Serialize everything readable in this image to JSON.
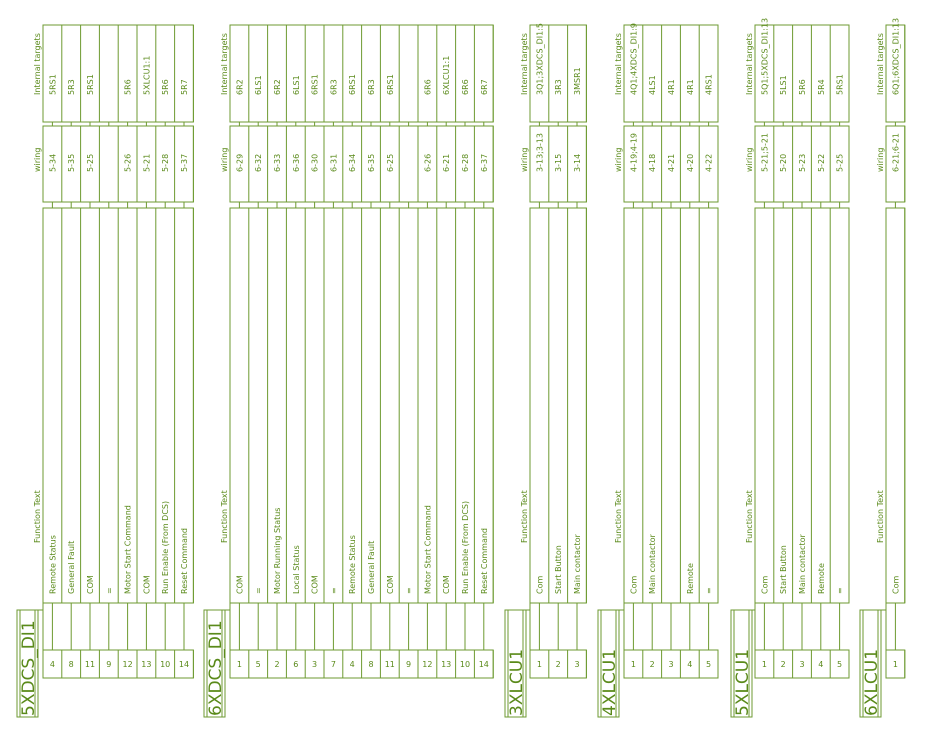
{
  "headers": {
    "internal_targets": "Internal targets",
    "wiring": "wiring",
    "function_text": "Function Text"
  },
  "colors": {
    "line": "#6d9a30",
    "text": "#5a8a1a",
    "background": "#ffffff"
  },
  "strips": [
    {
      "name": "5XDCS_DI1",
      "columns": [
        {
          "terminal": "4",
          "function": "Remote Status",
          "wiring": "5-34",
          "target": "5RS1"
        },
        {
          "terminal": "8",
          "function": "General Fault",
          "wiring": "5-35",
          "target": "5R3"
        },
        {
          "terminal": "11",
          "function": "COM",
          "wiring": "5-25",
          "target": "5RS1"
        },
        {
          "terminal": "9",
          "function": "=",
          "wiring": "",
          "target": ""
        },
        {
          "terminal": "12",
          "function": "Motor Start Command",
          "wiring": "5-26",
          "target": "5R6"
        },
        {
          "terminal": "13",
          "function": "COM",
          "wiring": "5-21",
          "target": "5XLCU1:1"
        },
        {
          "terminal": "10",
          "function": "Run Enable (From DCS)",
          "wiring": "5-28",
          "target": "5R6"
        },
        {
          "terminal": "14",
          "function": "Reset Command",
          "wiring": "5-37",
          "target": "5R7"
        }
      ]
    },
    {
      "name": "6XDCS_DI1",
      "columns": [
        {
          "terminal": "1",
          "function": "COM",
          "wiring": "6-29",
          "target": "6R2"
        },
        {
          "terminal": "5",
          "function": "=",
          "wiring": "6-32",
          "target": "6LS1"
        },
        {
          "terminal": "2",
          "function": "Motor Running Status",
          "wiring": "6-33",
          "target": "6R2"
        },
        {
          "terminal": "6",
          "function": "Local Status",
          "wiring": "6-36",
          "target": "6LS1"
        },
        {
          "terminal": "3",
          "function": "COM",
          "wiring": "6-30",
          "target": "6RS1"
        },
        {
          "terminal": "7",
          "function": "=",
          "wiring": "6-31",
          "target": "6R3"
        },
        {
          "terminal": "4",
          "function": "Remote Status",
          "wiring": "6-34",
          "target": "6RS1"
        },
        {
          "terminal": "8",
          "function": "General Fault",
          "wiring": "6-35",
          "target": "6R3"
        },
        {
          "terminal": "11",
          "function": "COM",
          "wiring": "6-25",
          "target": "6RS1"
        },
        {
          "terminal": "9",
          "function": "=",
          "wiring": "",
          "target": ""
        },
        {
          "terminal": "12",
          "function": "Motor Start Command",
          "wiring": "6-26",
          "target": "6R6"
        },
        {
          "terminal": "13",
          "function": "COM",
          "wiring": "6-21",
          "target": "6XLCU1:1"
        },
        {
          "terminal": "10",
          "function": "Run Enable (From DCS)",
          "wiring": "6-28",
          "target": "6R6"
        },
        {
          "terminal": "14",
          "function": "Reset Command",
          "wiring": "6-37",
          "target": "6R7"
        }
      ]
    },
    {
      "name": "3XLCU1",
      "columns": [
        {
          "terminal": "1",
          "function": "Com",
          "wiring": "3-13;3-13",
          "target": "3Q1;3XDCS_DI1:5"
        },
        {
          "terminal": "2",
          "function": "Start Button",
          "wiring": "3-15",
          "target": "3R3"
        },
        {
          "terminal": "3",
          "function": "Main contactor",
          "wiring": "3-14",
          "target": "3MSR1"
        }
      ]
    },
    {
      "name": "4XLCU1",
      "columns": [
        {
          "terminal": "1",
          "function": "Com",
          "wiring": "4-19;4-19",
          "target": "4Q1;4XDCS_DI1:9"
        },
        {
          "terminal": "2",
          "function": "Main contactor",
          "wiring": "4-18",
          "target": "4LS1"
        },
        {
          "terminal": "3",
          "function": "",
          "wiring": "4-21",
          "target": "4R1"
        },
        {
          "terminal": "4",
          "function": "Remote",
          "wiring": "4-20",
          "target": "4R1"
        },
        {
          "terminal": "5",
          "function": "=",
          "wiring": "4-22",
          "target": "4RS1"
        }
      ]
    },
    {
      "name": "5XLCU1",
      "columns": [
        {
          "terminal": "1",
          "function": "Com",
          "wiring": "5-21;5-21",
          "target": "5Q1;5XDCS_DI1:13"
        },
        {
          "terminal": "2",
          "function": "Start Button",
          "wiring": "5-20",
          "target": "5LS1"
        },
        {
          "terminal": "3",
          "function": "Main contactor",
          "wiring": "5-23",
          "target": "5R6"
        },
        {
          "terminal": "4",
          "function": "Remote",
          "wiring": "5-22",
          "target": "5R4"
        },
        {
          "terminal": "5",
          "function": "=",
          "wiring": "5-25",
          "target": "5RS1"
        }
      ]
    },
    {
      "name": "6XLCU1",
      "columns": [
        {
          "terminal": "1",
          "function": "Com",
          "wiring": "6-21;6-21",
          "target": "6Q1;6XDCS_DI1:13"
        }
      ]
    }
  ]
}
